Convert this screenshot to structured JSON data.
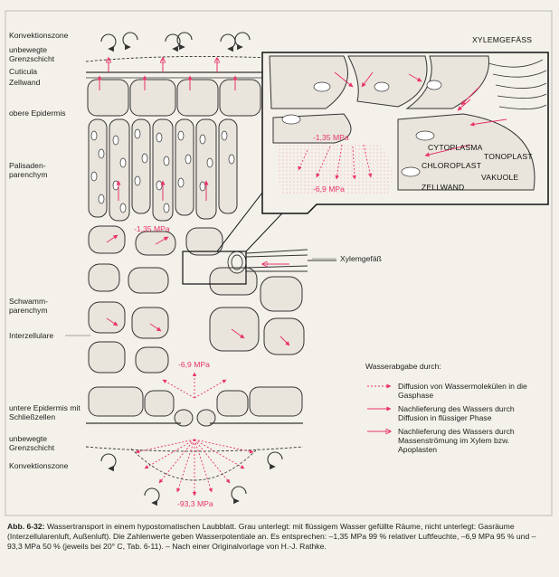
{
  "labels": {
    "konvektionszone_top": "Konvektionszone",
    "grenzschicht_top": "unbewegte Grenzschicht",
    "cuticula": "Cuticula",
    "zellwand": "Zellwand",
    "obere_epidermis": "obere Epidermis",
    "palisaden": "Palisaden-parenchym",
    "schwamm": "Schwamm-parenchym",
    "interzellulare": "Interzellulare",
    "untere_epidermis": "untere Epidermis mit Schließzellen",
    "grenzschicht_bottom": "unbewegte Grenzschicht",
    "konvektionszone_bottom": "Konvektionszone",
    "xylemgefaess_main": "Xylemgefäß"
  },
  "inset": {
    "xylemgefaess": "XYLEMGEFÄSS",
    "cytoplasma": "CYTOPLASMA",
    "tonoplast": "TONOPLAST",
    "chloroplast": "CHLOROPLAST",
    "vakuole": "VAKUOLE",
    "zellwand": "ZELLWAND",
    "value_a": "-1,35 MPa",
    "value_b": "-6,9 MPa"
  },
  "values": {
    "palisade": "-1,35 MPa",
    "stoma": "-6,9 MPa",
    "outside": "-93,3 MPa"
  },
  "legend": {
    "title": "Wasserabgabe durch:",
    "items": [
      "Diffusion von Wassermolekülen in die Gasphase",
      "Nachlieferung des Wassers durch Diffusion in flüssiger Phase",
      "Nachlieferung des Wassers durch Massenströmung im Xylem bzw. Apoplasten"
    ]
  },
  "caption": {
    "number": "Abb. 6-32:",
    "text": "Wassertransport in einem hypostomatischen Laubblatt. Grau unterlegt: mit flüssigem Wasser gefüllte Räume, nicht unterlegt: Gasräume (Interzellularenluft, Außenluft). Die Zahlenwerte geben Wasserpotentiale an. Es entsprechen: –1,35 MPa 99 % relativer Luftfeuchte, –6,9 MPa 95 % und –93,3 MPa 50 % (jeweils bei 20° C, Tab. 6-11). – Nach einer Originalvorlage von H.-J. Rathke."
  },
  "colors": {
    "accent": "#e8336b",
    "line": "#333333",
    "background": "#f4f1ea"
  }
}
